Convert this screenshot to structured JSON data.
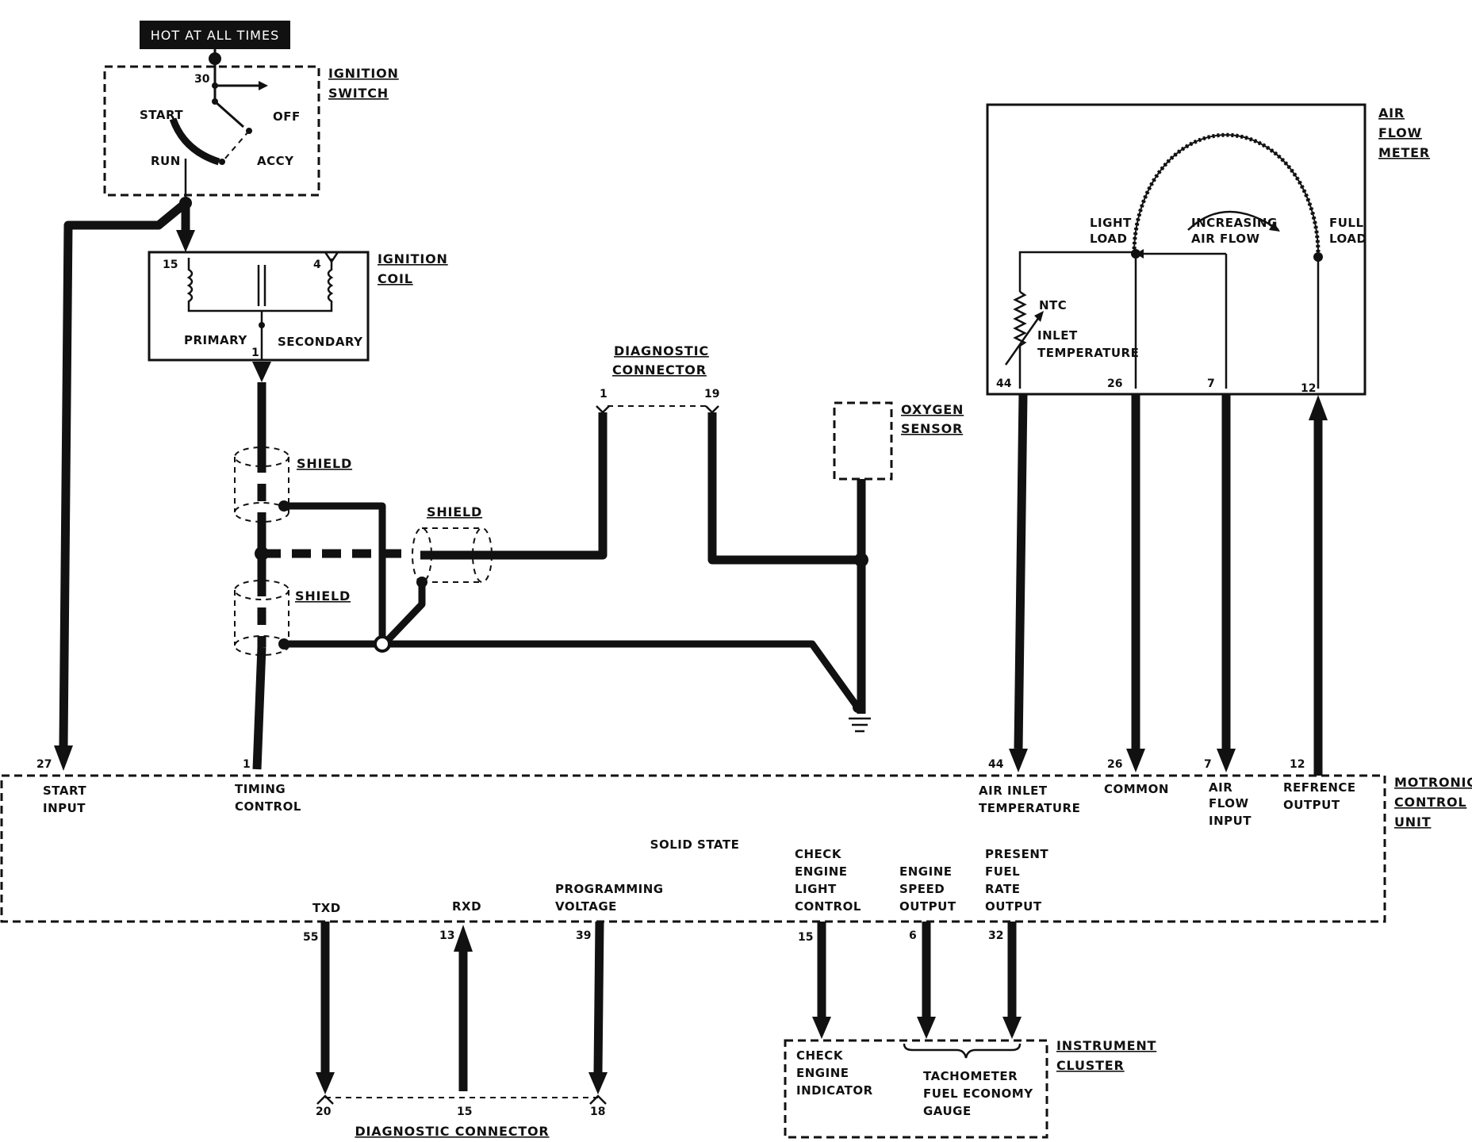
{
  "hot_label": "HOT AT ALL TIMES",
  "components": {
    "ignition_switch": {
      "title_line1": "IGNITION",
      "title_line2": "SWITCH",
      "pin": "30",
      "start": "START",
      "off": "OFF",
      "run": "RUN",
      "accy": "ACCY"
    },
    "ignition_coil": {
      "title_line1": "IGNITION",
      "title_line2": "COIL",
      "pin_15": "15",
      "pin_4": "4",
      "primary": "PRIMARY",
      "secondary": "SECONDARY",
      "pin_1": "1"
    },
    "diagnostic_connector_top": {
      "title_line1": "DIAGNOSTIC",
      "title_line2": "CONNECTOR",
      "pin_a": "1",
      "pin_b": "19"
    },
    "oxygen_sensor": {
      "title_line1": "OXYGEN",
      "title_line2": "SENSOR"
    },
    "shields": [
      "SHIELD",
      "SHIELD",
      "SHIELD"
    ],
    "air_flow_meter": {
      "title_line1": "AIR",
      "title_line2": "FLOW",
      "title_line3": "METER",
      "light_load_1": "LIGHT",
      "light_load_2": "LOAD",
      "increasing_1": "INCREASING",
      "increasing_2": "AIR FLOW",
      "full_load_1": "FULL",
      "full_load_2": "LOAD",
      "ntc": "NTC",
      "inlet_1": "INLET",
      "inlet_2": "TEMPERATURE",
      "pins": [
        "44",
        "26",
        "7",
        "12"
      ]
    },
    "motronic": {
      "title_line1": "MOTRONIC",
      "title_line2": "CONTROL",
      "title_line3": "UNIT",
      "solid_state": "SOLID STATE",
      "top_pins": [
        "27",
        "1",
        "44",
        "26",
        "7",
        "12"
      ],
      "start_input_1": "START",
      "start_input_2": "INPUT",
      "timing_1": "TIMING",
      "timing_2": "CONTROL",
      "air_inlet_1": "AIR INLET",
      "air_inlet_2": "TEMPERATURE",
      "common": "COMMON",
      "air_flow_1": "AIR",
      "air_flow_2": "FLOW",
      "air_flow_3": "INPUT",
      "ref_1": "REFRENCE",
      "ref_2": "OUTPUT",
      "txd": "TXD",
      "rxd": "RXD",
      "prog_1": "PROGRAMMING",
      "prog_2": "VOLTAGE",
      "check_1": "CHECK",
      "check_2": "ENGINE",
      "check_3": "LIGHT",
      "check_4": "CONTROL",
      "speed_1": "ENGINE",
      "speed_2": "SPEED",
      "speed_3": "OUTPUT",
      "fuel_1": "PRESENT",
      "fuel_2": "FUEL",
      "fuel_3": "RATE",
      "fuel_4": "OUTPUT",
      "bottom_pins": [
        "55",
        "13",
        "39",
        "15",
        "6",
        "32"
      ]
    },
    "diagnostic_connector_bottom": {
      "title": "DIAGNOSTIC CONNECTOR",
      "pins": [
        "20",
        "15",
        "18"
      ]
    },
    "instrument_cluster": {
      "title_line1": "INSTRUMENT",
      "title_line2": "CLUSTER",
      "check_1": "CHECK",
      "check_2": "ENGINE",
      "check_3": "INDICATOR",
      "tach_1": "TACHOMETER",
      "tach_2": "FUEL ECONOMY",
      "tach_3": "GAUGE"
    }
  },
  "colors": {
    "ink": "#111111",
    "background": "#ffffff"
  }
}
